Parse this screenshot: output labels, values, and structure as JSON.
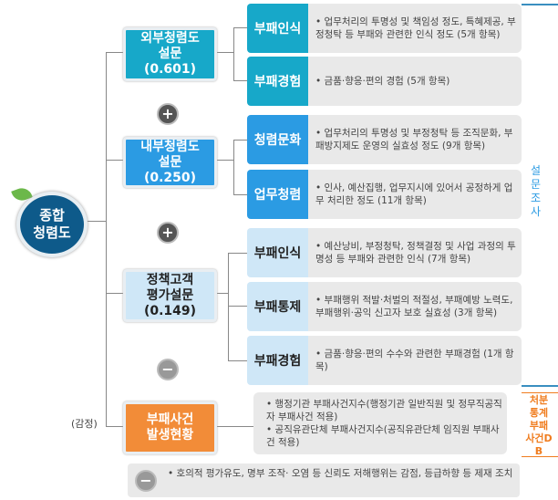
{
  "root": {
    "line1": "종합",
    "line2": "청렴도"
  },
  "categories": [
    {
      "name1": "외부청렴도",
      "name2": "설문",
      "weight": "(0.601)"
    },
    {
      "name1": "내부청렴도",
      "name2": "설문",
      "weight": "(0.250)"
    },
    {
      "name1": "정책고객",
      "name2": "평가설문",
      "weight": "(0.149)"
    },
    {
      "name1": "부패사건",
      "name2": "발생현황",
      "weight": ""
    }
  ],
  "deduction_label": "(감정)",
  "items": [
    {
      "label": "부패인식",
      "desc": "• 업무처리의 투명성 및 책임성 정도, 특혜제공, 부정청탁 등 부패와 관련한 인식 정도 (5개 항목)"
    },
    {
      "label": "부패경험",
      "desc": "• 금품·향응·편의 경험 (5개 항목)"
    },
    {
      "label": "청렴문화",
      "desc": "• 업무처리의 투명성 및 부정청탁 등 조직문화, 부패방지제도 운영의 실효성 정도 (9개 항목)"
    },
    {
      "label": "업무청렴",
      "desc": "• 인사, 예산집행, 업무지시에 있어서 공정하게 업무 처리한 정도 (11개 항목)"
    },
    {
      "label": "부패인식",
      "desc": "• 예산낭비, 부정청탁, 정책결정 및 사업 과정의 투명성 등 부패와 관련한 인식 (7개 항목)"
    },
    {
      "label": "부패통제",
      "desc": "• 부패행위 적발·처벌의 적절성, 부패예방 노력도, 부패행위·공익 신고자 보호 실효성 (3개 항목)"
    },
    {
      "label": "부패경험",
      "desc": "• 금품·향응·편의 수수와 관련한 부패경험 (1개 항목)"
    }
  ],
  "incident_desc": [
    "• 행정기관 부패사건지수(행정기관 일반직원 및 정무직공직자 부패사건 적용)",
    "• 공직유관단체 부패사건지수(공직유관단체 임직원 부패사건 적용)"
  ],
  "side_labels": {
    "survey": "설문조사",
    "db": "처분통계 부패사건DB"
  },
  "operators": {
    "plus": "+",
    "minus": "−"
  },
  "note": "• 호의적 평가유도, 명부 조작· 오염 등 신뢰도 저해행위는 감점, 등급하향 등 제재 조치",
  "colors": {
    "external": "#17a8c9",
    "internal": "#2b9be3",
    "policy": "#cfe7f7",
    "incident": "#f28c38",
    "accent_orange": "#f07d1f"
  }
}
